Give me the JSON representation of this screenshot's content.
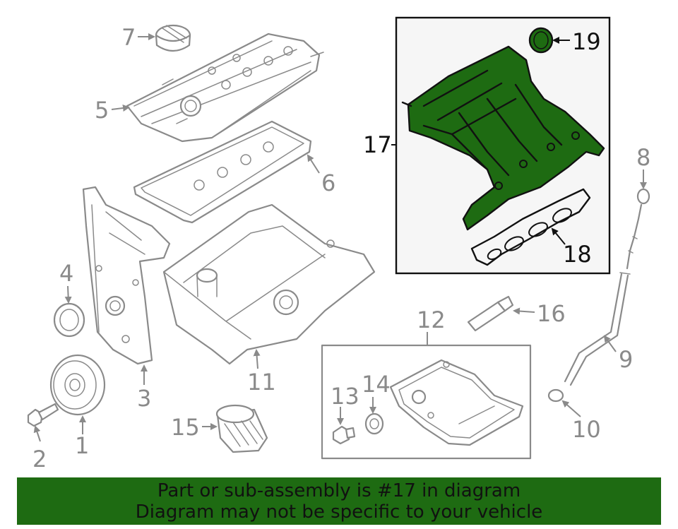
{
  "banner": {
    "line1": "Part or sub-assembly is #17 in diagram",
    "line2": "Diagram may not be specific to your vehicle"
  },
  "colors": {
    "highlight": "#1e6b12",
    "banner_bg": "#1e6b12",
    "part_outline": "#8a8a8a",
    "callout_box_bg": "#f6f6f6"
  },
  "callouts": {
    "c1": "1",
    "c2": "2",
    "c3": "3",
    "c4": "4",
    "c5": "5",
    "c6": "6",
    "c7": "7",
    "c8": "8",
    "c9": "9",
    "c10": "10",
    "c11": "11",
    "c12": "12",
    "c13": "13",
    "c14": "14",
    "c15": "15",
    "c16": "16",
    "c17": "17",
    "c18": "18",
    "c19": "19"
  }
}
